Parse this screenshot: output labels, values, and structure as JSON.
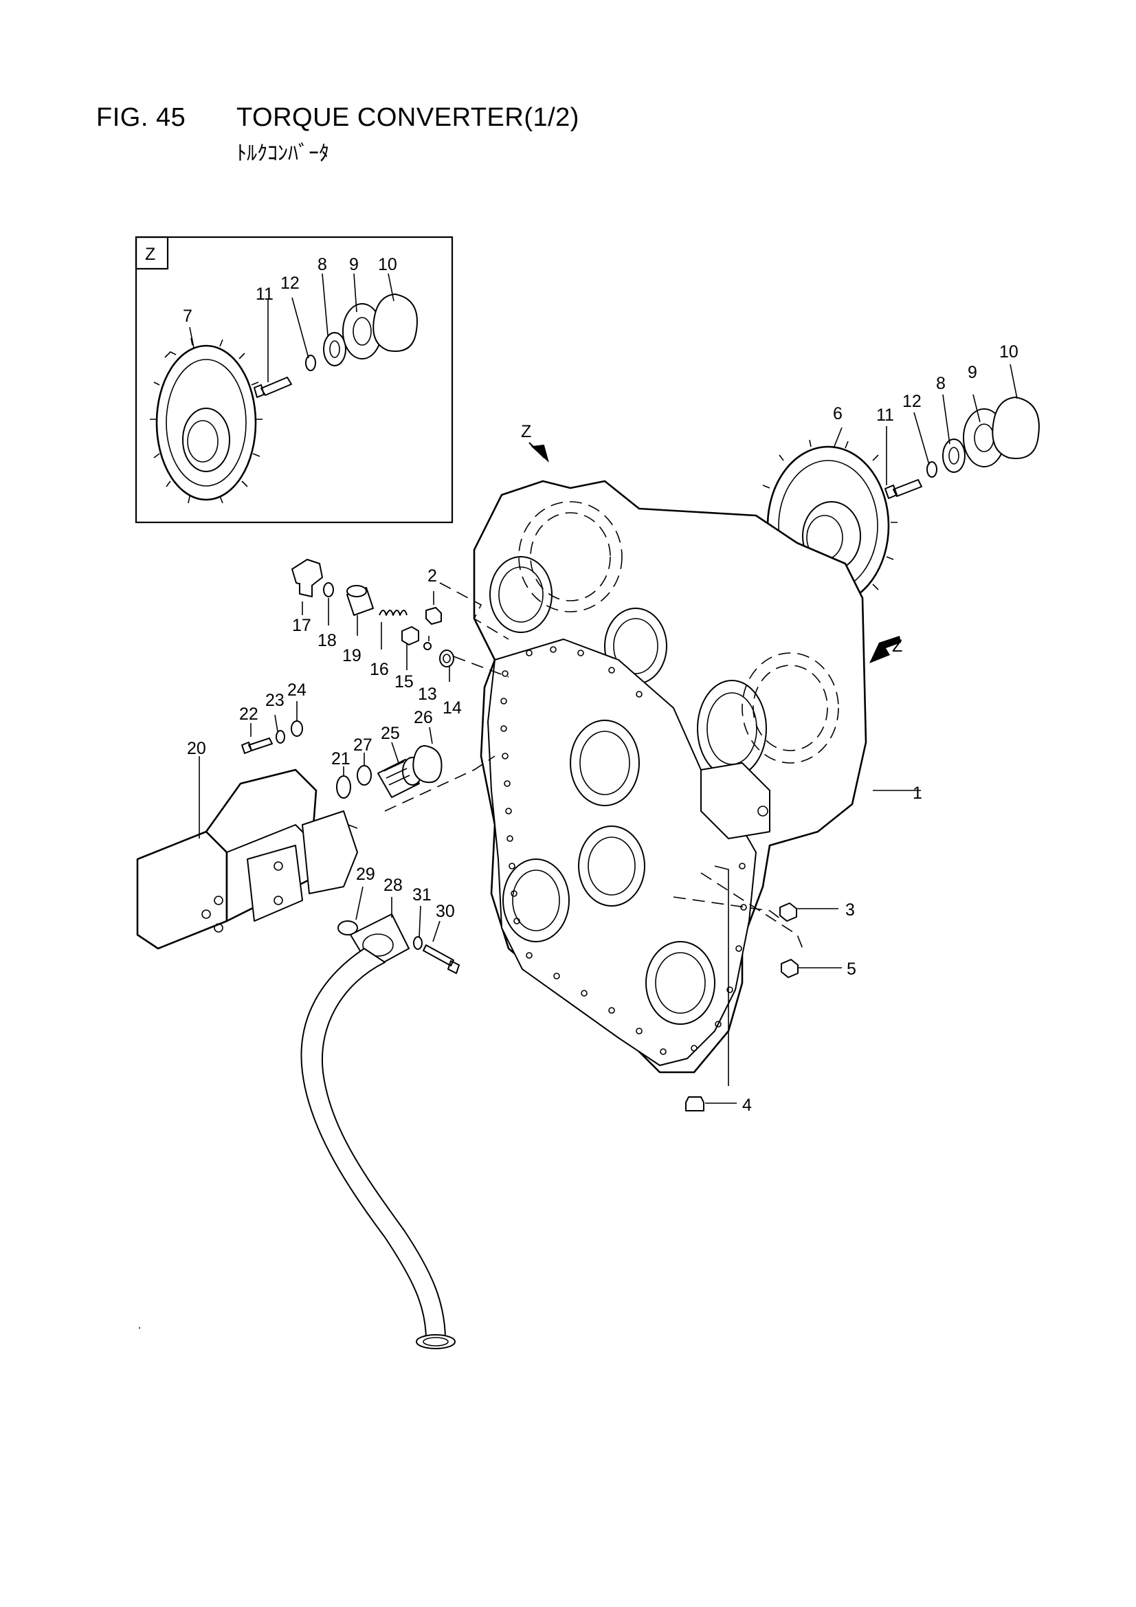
{
  "header": {
    "fig_number": "FIG. 45",
    "fig_title": "TORQUE CONVERTER(1/2)",
    "fig_subtitle": "ﾄﾙｸｺﾝﾊﾞｰﾀ"
  },
  "inset": {
    "label": "Z"
  },
  "view_arrows": [
    "Z",
    "Z"
  ],
  "callouts": {
    "inset": [
      "7",
      "11",
      "12",
      "8",
      "9",
      "10"
    ],
    "upper_right": [
      "6",
      "11",
      "12",
      "8",
      "9",
      "10"
    ],
    "main": [
      "1",
      "2",
      "3",
      "4",
      "5",
      "13",
      "14",
      "15",
      "16",
      "17",
      "18",
      "19",
      "20",
      "21",
      "22",
      "23",
      "24",
      "25",
      "26",
      "27",
      "28",
      "29",
      "30",
      "31"
    ]
  }
}
